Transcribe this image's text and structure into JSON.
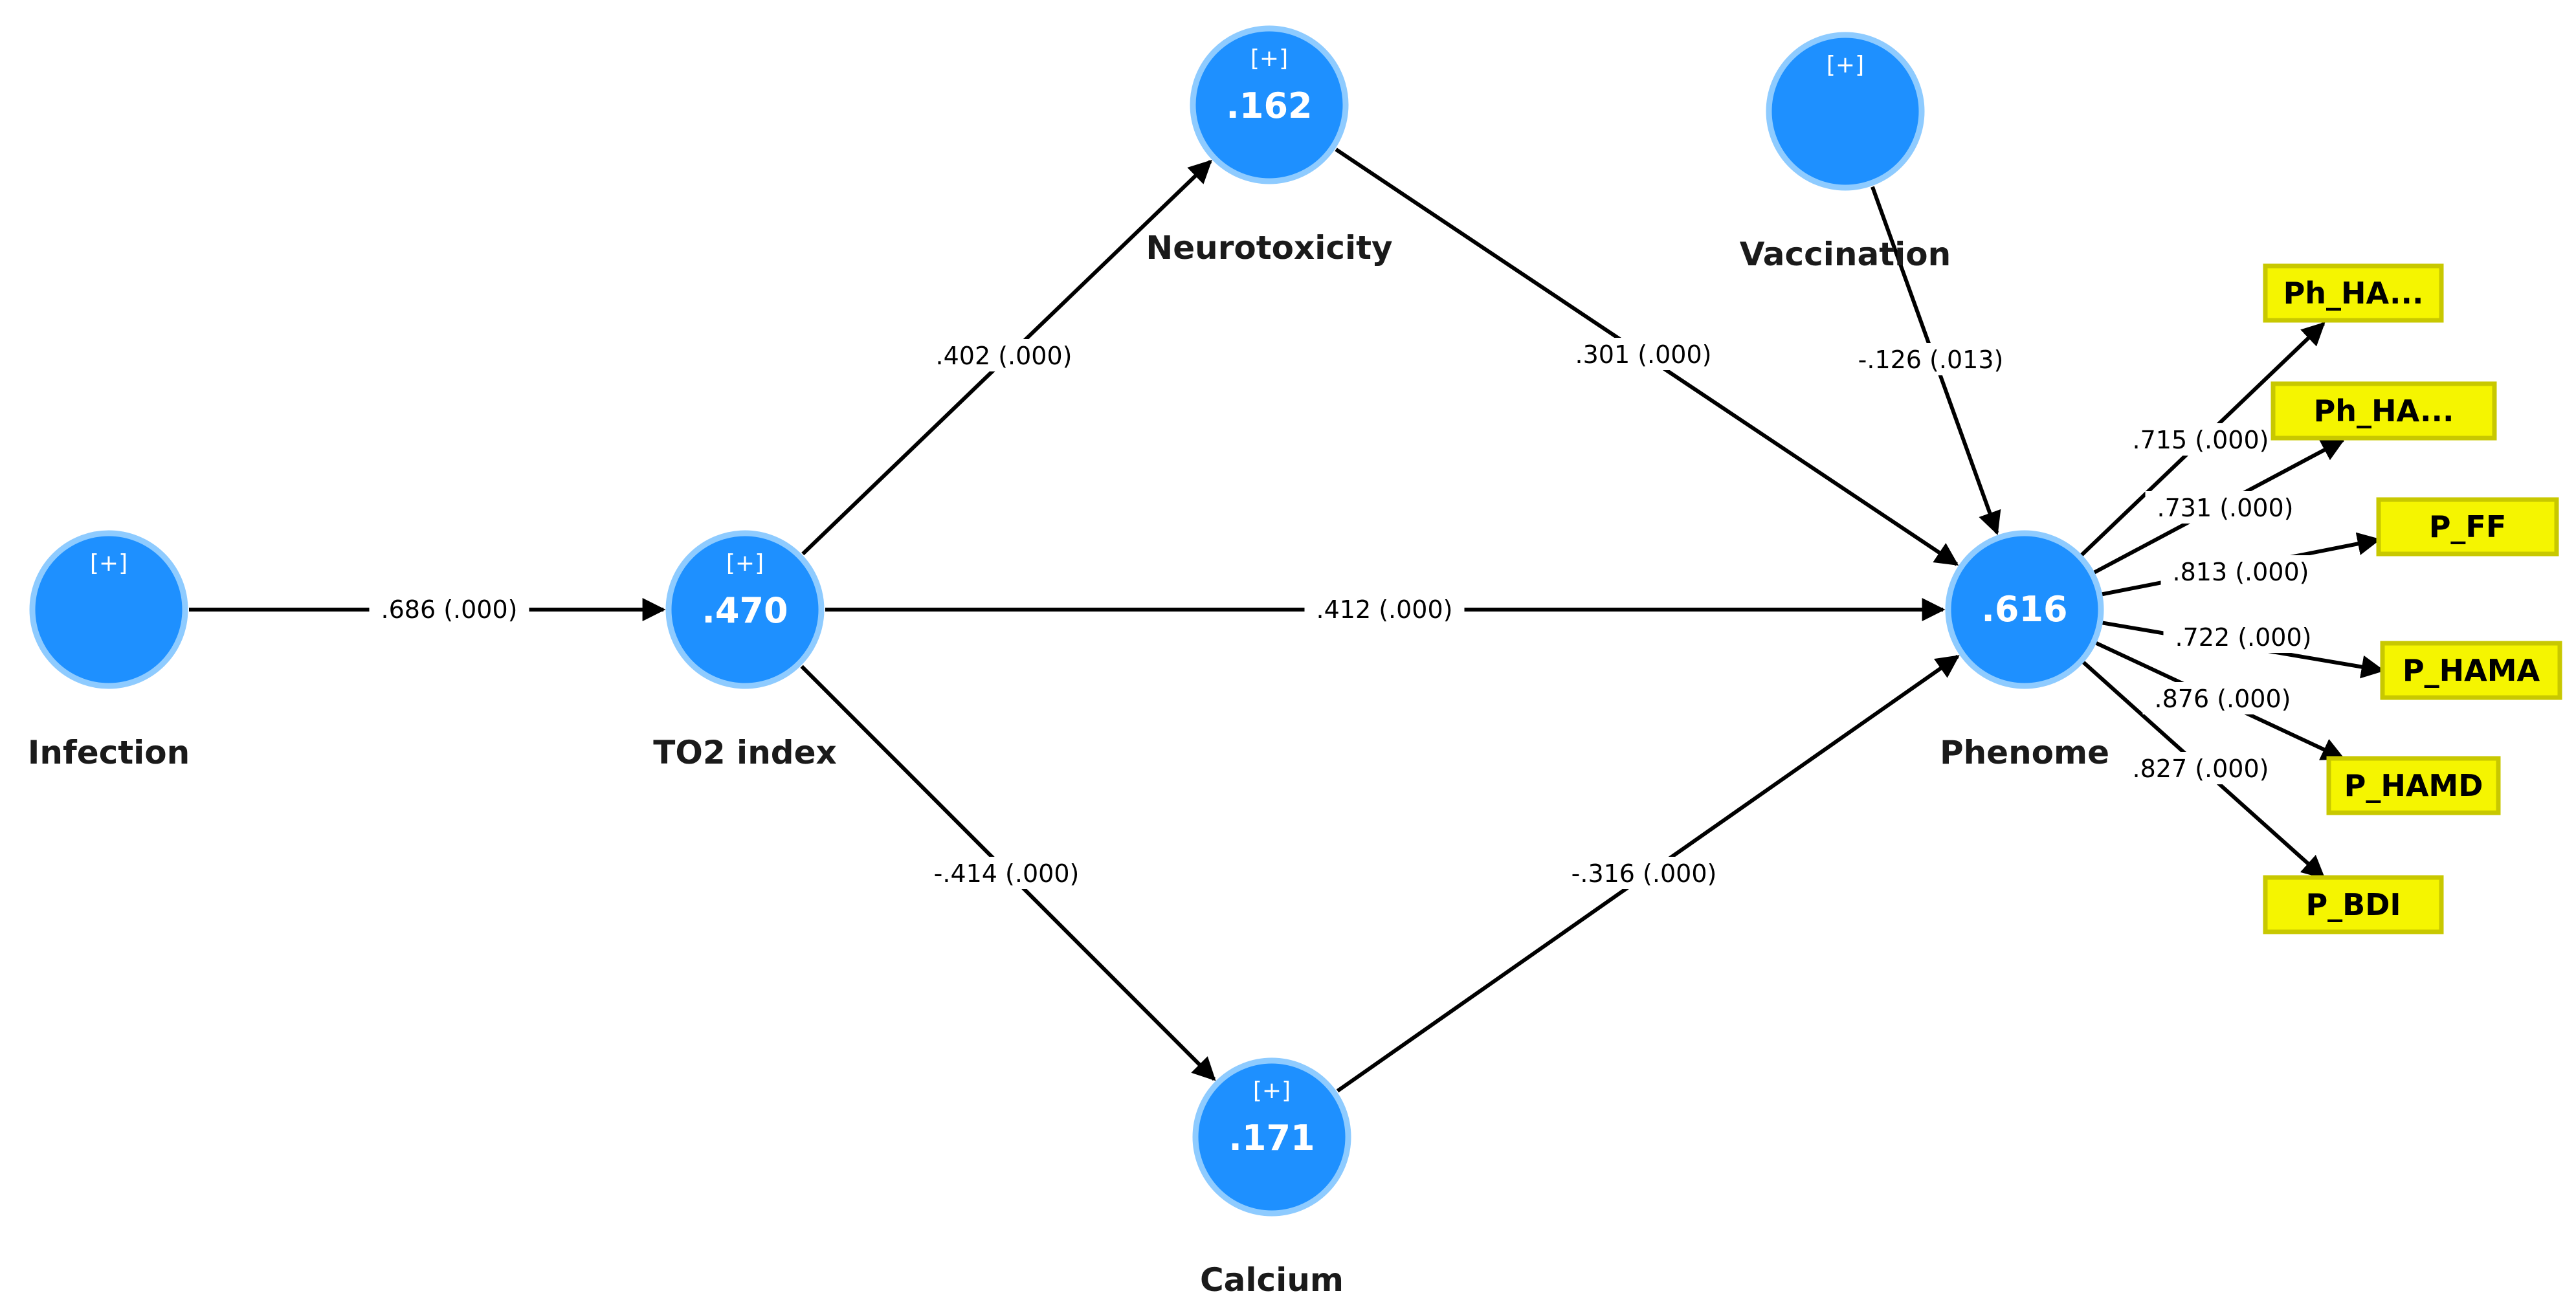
{
  "constructs": [
    {
      "id": "infection",
      "label": "Infection",
      "expander": "[+]",
      "r2": ""
    },
    {
      "id": "to2",
      "label": "TO2 index",
      "expander": "[+]",
      "r2": ".470"
    },
    {
      "id": "neuro",
      "label": "Neurotoxicity",
      "expander": "[+]",
      "r2": ".162"
    },
    {
      "id": "calcium",
      "label": "Calcium",
      "expander": "[+]",
      "r2": ".171"
    },
    {
      "id": "vacc",
      "label": "Vaccination",
      "expander": "[+]",
      "r2": ""
    },
    {
      "id": "phenome",
      "label": "Phenome",
      "expander": "",
      "r2": ".616"
    }
  ],
  "indicators": [
    {
      "id": "ind1",
      "label": "Ph_HA..."
    },
    {
      "id": "ind2",
      "label": "Ph_HA..."
    },
    {
      "id": "ind3",
      "label": "P_FF"
    },
    {
      "id": "ind4",
      "label": "P_HAMA"
    },
    {
      "id": "ind5",
      "label": "P_HAMD"
    },
    {
      "id": "ind6",
      "label": "P_BDI"
    }
  ],
  "paths": [
    {
      "from": "infection",
      "to": "to2",
      "coefficient": ".686 (.000)"
    },
    {
      "from": "to2",
      "to": "neuro",
      "coefficient": ".402 (.000)"
    },
    {
      "from": "to2",
      "to": "phenome",
      "coefficient": ".412 (.000)"
    },
    {
      "from": "to2",
      "to": "calcium",
      "coefficient": "-.414 (.000)"
    },
    {
      "from": "neuro",
      "to": "phenome",
      "coefficient": ".301 (.000)"
    },
    {
      "from": "calcium",
      "to": "phenome",
      "coefficient": "-.316 (.000)"
    },
    {
      "from": "vacc",
      "to": "phenome",
      "coefficient": "-.126 (.013)"
    }
  ],
  "loadings": [
    {
      "to": "ind1",
      "coefficient": ".715 (.000)"
    },
    {
      "to": "ind2",
      "coefficient": ".731 (.000)"
    },
    {
      "to": "ind3",
      "coefficient": ".813 (.000)"
    },
    {
      "to": "ind4",
      "coefficient": ".722 (.000)"
    },
    {
      "to": "ind5",
      "coefficient": ".876 (.000)"
    },
    {
      "to": "ind6",
      "coefficient": ".827 (.000)"
    }
  ],
  "colors": {
    "construct_fill": "#1e90ff",
    "construct_ring": "#8ecbff",
    "indicator_fill": "#f5f500",
    "indicator_border": "#c8c800",
    "arrow": "#000000"
  }
}
